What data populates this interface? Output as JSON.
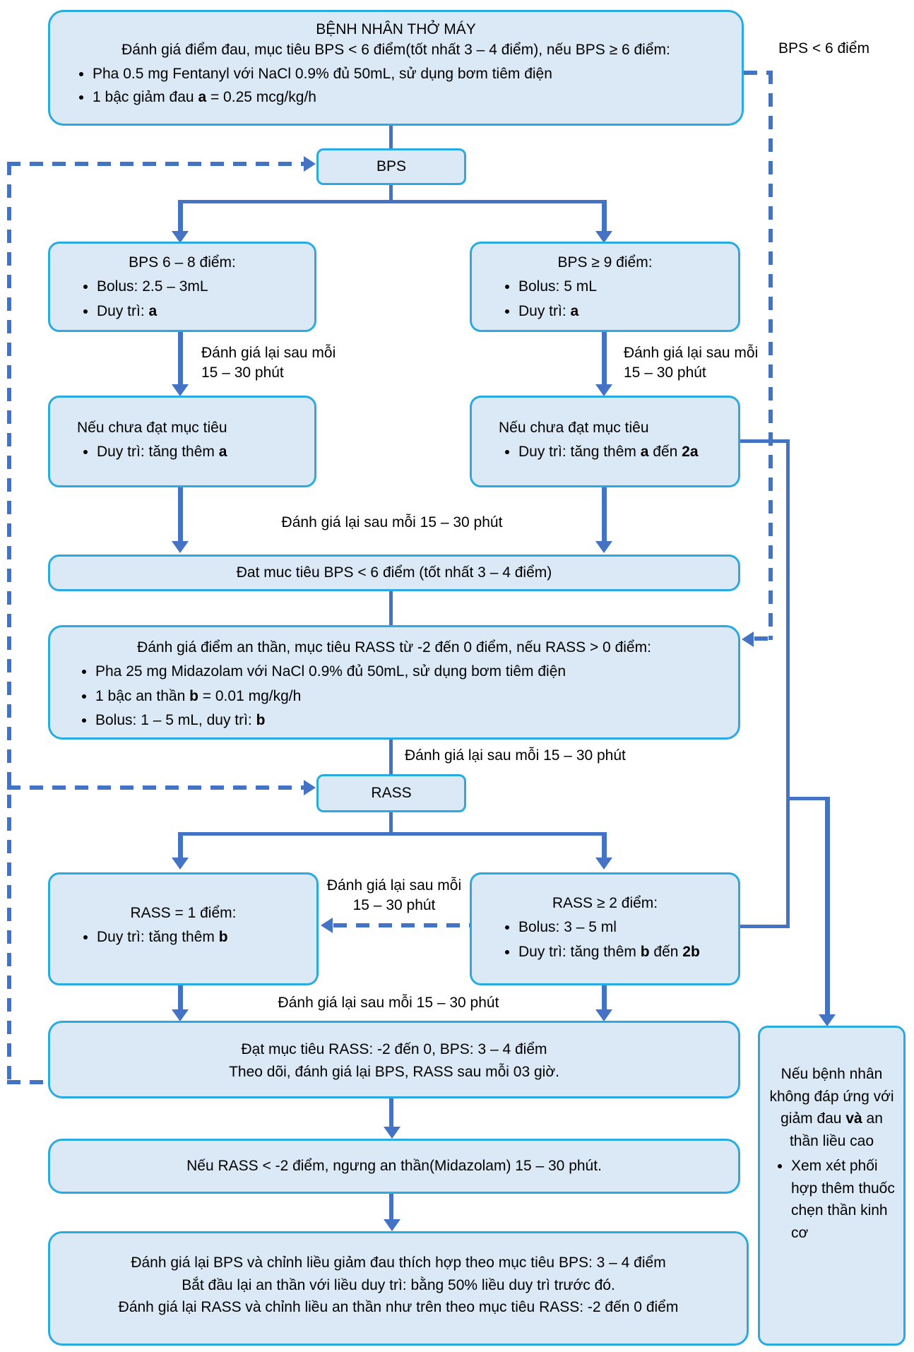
{
  "colors": {
    "box_fill": "#dbe9f6",
    "box_border": "#29abe2",
    "connector": "#4472c4"
  },
  "boxes": {
    "start": {
      "title": "BỆNH NHÂN THỞ MÁY",
      "subtitle": "Đánh giá điểm đau, mục tiêu BPS < 6 điểm(tốt nhất 3 – 4 điểm), nếu BPS ≥ 6 điểm:",
      "bullets": [
        "Pha 0.5 mg Fentanyl với NaCl 0.9% đủ 50mL, sử dụng bơm tiêm điện",
        "1 bậc giảm đau **a** = 0.25 mcg/kg/h"
      ]
    },
    "bps_node": {
      "label": "BPS"
    },
    "bps_6_8": {
      "title": "BPS 6 – 8 điểm:",
      "bullets": [
        "Bolus: 2.5 – 3mL",
        "Duy trì: **a**"
      ]
    },
    "bps_9": {
      "title": "BPS ≥ 9 điểm:",
      "bullets": [
        "Bolus: 5 mL",
        "Duy trì: **a**"
      ]
    },
    "not_met_left": {
      "title": "Nếu chưa đạt mục tiêu",
      "bullets": [
        "Duy trì: tăng thêm **a**"
      ]
    },
    "not_met_right": {
      "title": "Nếu chưa đạt mục tiêu",
      "bullets": [
        "Duy trì: tăng thêm **a** đến **2a**"
      ]
    },
    "target_bps": {
      "text": "Đat muc tiêu BPS < 6 điểm (tốt nhất 3 – 4 điểm)"
    },
    "sedation": {
      "title": "Đánh giá điểm an thần, mục tiêu RASS từ -2 đến 0 điểm, nếu RASS > 0 điểm:",
      "bullets": [
        "Pha 25 mg Midazolam với NaCl 0.9% đủ 50mL, sử dụng bơm tiêm điện",
        "1 bậc an thần **b** = 0.01 mg/kg/h",
        "Bolus: 1 – 5 mL, duy trì: **b**"
      ]
    },
    "rass_node": {
      "label": "RASS"
    },
    "rass_1": {
      "title": "RASS = 1 điểm:",
      "bullets": [
        "Duy trì: tăng thêm **b**"
      ]
    },
    "rass_2": {
      "title": "RASS ≥ 2 điểm:",
      "bullets": [
        "Bolus: 3 – 5 ml",
        "Duy trì: tăng thêm **b** đến **2b**"
      ]
    },
    "target_rass": {
      "line1": "Đạt mục tiêu RASS: -2 đến 0, BPS: 3 – 4 điểm",
      "line2": "Theo dõi, đánh giá lại BPS, RASS sau mỗi 03 giờ."
    },
    "hold_sedation": {
      "text": "Nếu RASS < -2 điểm, ngưng an thần(Midazolam) 15 – 30 phút."
    },
    "restart": {
      "line1": "Đánh giá lại BPS và chỉnh liều giảm đau thích hợp theo mục tiêu BPS: 3 – 4 điểm",
      "line2": "Bắt đầu lại an thần với liều duy trì: bằng 50% liều duy trì trước đó.",
      "line3": "Đánh giá lại RASS và chỉnh liều an thần như trên theo mục tiêu RASS: -2 đến 0 điểm"
    },
    "nmb": {
      "intro": "Nếu bệnh nhân không đáp ứng với giảm đau **và** an thần liều cao",
      "bullets": [
        "Xem xét phối hợp thêm thuốc chẹn thần kinh cơ"
      ]
    }
  },
  "labels": {
    "bps_low": "BPS < 6 điểm",
    "reassess_left": "Đánh giá lại sau mỗi 15 – 30 phút",
    "reassess_right": "Đánh giá lại sau mỗi 15 – 30 phút",
    "reassess_mid": "Đánh giá lại sau mỗi 15 – 30 phút",
    "reassess_sedation": "Đánh giá lại sau mỗi 15 – 30 phút",
    "rass_loop": "Đánh giá lại sau mỗi 15 – 30 phút",
    "reassess_rass_row": "Đánh giá lại sau mỗi 15 – 30 phút"
  }
}
